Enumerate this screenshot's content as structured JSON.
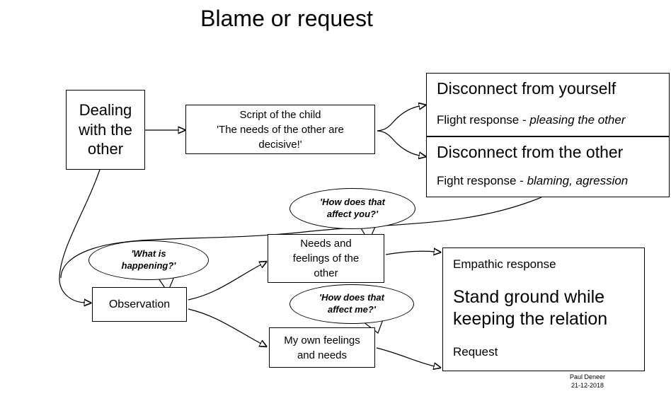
{
  "title": "Blame or request",
  "boxes": {
    "dealing": "Dealing with the other",
    "script": {
      "heading": "Script of the child",
      "quote": "'The needs of the other are decisive!'"
    },
    "disconnect_yourself": {
      "heading": "Disconnect from yourself",
      "response_prefix": "Flight response - ",
      "response_italic": "pleasing the other"
    },
    "disconnect_other": {
      "heading": "Disconnect from the other",
      "response_prefix": "Fight response - ",
      "response_italic": "blaming, agression"
    },
    "observation": "Observation",
    "needs_other": "Needs and feelings of the other",
    "own_feelings": "My own feelings and needs",
    "empathic": {
      "label": "Empathic response",
      "main": "Stand ground while keeping the relation",
      "request": "Request"
    }
  },
  "bubbles": {
    "affect_you": "'How does that affect you?'",
    "what_happening": "'What is happening?'",
    "affect_me": "'How does that affect me?'"
  },
  "credit": {
    "name": "Paul Deneer",
    "date": "21-12-2018"
  }
}
